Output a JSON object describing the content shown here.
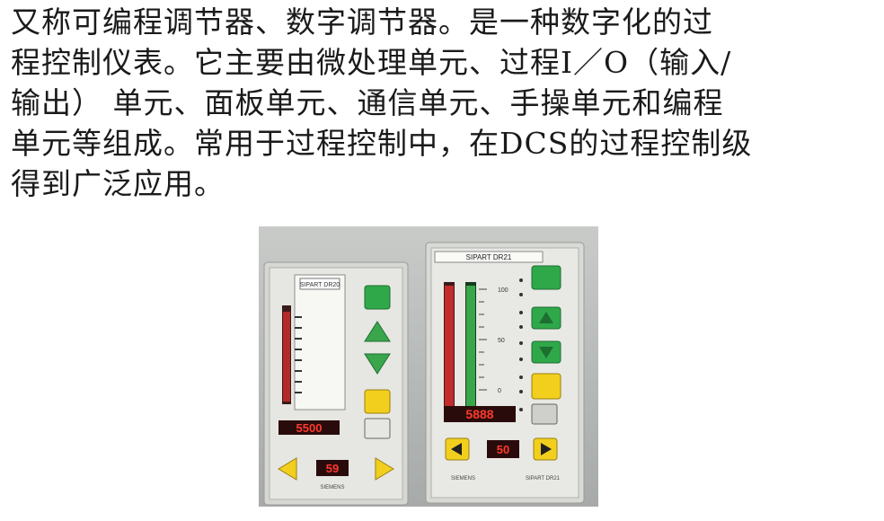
{
  "paragraph": {
    "lines": [
      "又称可编程调节器、数字调节器。是一种数字化的过",
      "程控制仪表。它主要由微处理单元、过程I／O（输入/",
      "输出） 单元、面板单元、通信单元、手操单元和编程",
      "单元等组成。常用于过程控制中，在DCS的过程控制级",
      "得到广泛应用。"
    ]
  },
  "photo": {
    "left_device": {
      "nameplate": "SIPART DR20",
      "display_upper": "5500",
      "display_lower": "59",
      "brand": "SIEMENS"
    },
    "right_device": {
      "nameplate": "SIPART DR21",
      "scale_labels": [
        "100",
        "50",
        "0"
      ],
      "display_upper": "5888",
      "display_lower": "50",
      "brand": "SIEMENS",
      "model": "SIPART DR21"
    },
    "colors": {
      "button_green": "#2fa84a",
      "button_yellow": "#f2cf1d",
      "led_red": "#e0282a",
      "bar_green": "#3aa64c",
      "bar_red": "#c22b2b",
      "panel": "#e3e3df"
    }
  }
}
